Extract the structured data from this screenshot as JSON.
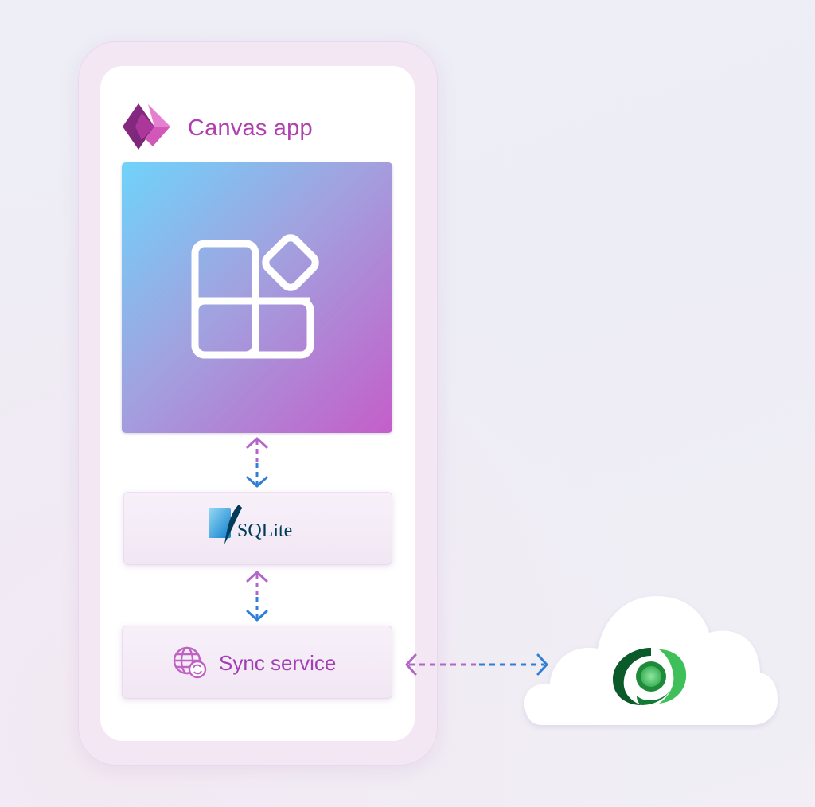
{
  "app": {
    "title": "Canvas app",
    "logo_icon": "power-apps-logo-icon",
    "tile_icon": "apps-grid-icon"
  },
  "database": {
    "label": "SQLite",
    "icon": "sqlite-feather-icon"
  },
  "sync": {
    "label": "Sync service",
    "icon": "globe-sync-icon"
  },
  "cloud": {
    "icon": "dataverse-logo-icon"
  },
  "colors": {
    "accent_magenta": "#b03fae",
    "arrow_top": "#b266c8",
    "arrow_bottom": "#2f7fd6",
    "dataverse_green": "#1f8a3a"
  }
}
